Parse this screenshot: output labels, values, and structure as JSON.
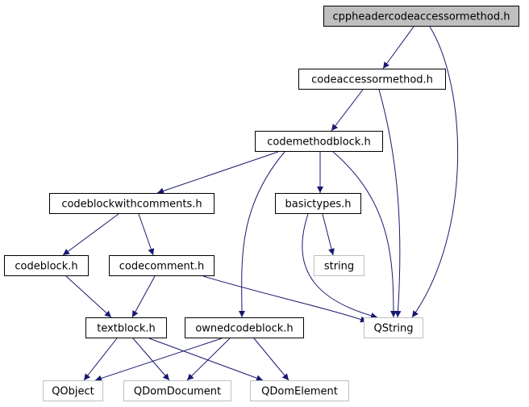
{
  "colors": {
    "background": "#ffffff",
    "node_border": "#000000",
    "external_border": "#bfbfbf",
    "external_text": "#000000",
    "root_fill": "#bfbfbf",
    "edge": "#191970"
  },
  "nodes": {
    "root": {
      "label": "cppheadercodeaccessormethod.h",
      "kind": "root"
    },
    "codeaccessormethod": {
      "label": "codeaccessormethod.h",
      "kind": "file"
    },
    "codemethodblock": {
      "label": "codemethodblock.h",
      "kind": "file"
    },
    "codeblockwithcomments": {
      "label": "codeblockwithcomments.h",
      "kind": "file"
    },
    "basictypes": {
      "label": "basictypes.h",
      "kind": "file"
    },
    "codeblock": {
      "label": "codeblock.h",
      "kind": "file"
    },
    "codecomment": {
      "label": "codecomment.h",
      "kind": "file"
    },
    "string": {
      "label": "string",
      "kind": "external"
    },
    "textblock": {
      "label": "textblock.h",
      "kind": "file"
    },
    "ownedcodeblock": {
      "label": "ownedcodeblock.h",
      "kind": "file"
    },
    "qstring": {
      "label": "QString",
      "kind": "external"
    },
    "qobject": {
      "label": "QObject",
      "kind": "external"
    },
    "qdomdocument": {
      "label": "QDomDocument",
      "kind": "external"
    },
    "qdomelement": {
      "label": "QDomElement",
      "kind": "external"
    }
  },
  "edges": [
    {
      "from": "root",
      "to": "codeaccessormethod"
    },
    {
      "from": "root",
      "to": "qstring"
    },
    {
      "from": "codeaccessormethod",
      "to": "codemethodblock"
    },
    {
      "from": "codeaccessormethod",
      "to": "qstring"
    },
    {
      "from": "codemethodblock",
      "to": "codeblockwithcomments"
    },
    {
      "from": "codemethodblock",
      "to": "basictypes"
    },
    {
      "from": "codemethodblock",
      "to": "ownedcodeblock"
    },
    {
      "from": "codemethodblock",
      "to": "qstring"
    },
    {
      "from": "codeblockwithcomments",
      "to": "codeblock"
    },
    {
      "from": "codeblockwithcomments",
      "to": "codecomment"
    },
    {
      "from": "basictypes",
      "to": "string"
    },
    {
      "from": "basictypes",
      "to": "qstring"
    },
    {
      "from": "codeblock",
      "to": "textblock"
    },
    {
      "from": "codecomment",
      "to": "textblock"
    },
    {
      "from": "codecomment",
      "to": "qstring"
    },
    {
      "from": "textblock",
      "to": "qobject"
    },
    {
      "from": "textblock",
      "to": "qdomdocument"
    },
    {
      "from": "textblock",
      "to": "qdomelement"
    },
    {
      "from": "ownedcodeblock",
      "to": "qobject"
    },
    {
      "from": "ownedcodeblock",
      "to": "qdomdocument"
    },
    {
      "from": "ownedcodeblock",
      "to": "qdomelement"
    }
  ]
}
